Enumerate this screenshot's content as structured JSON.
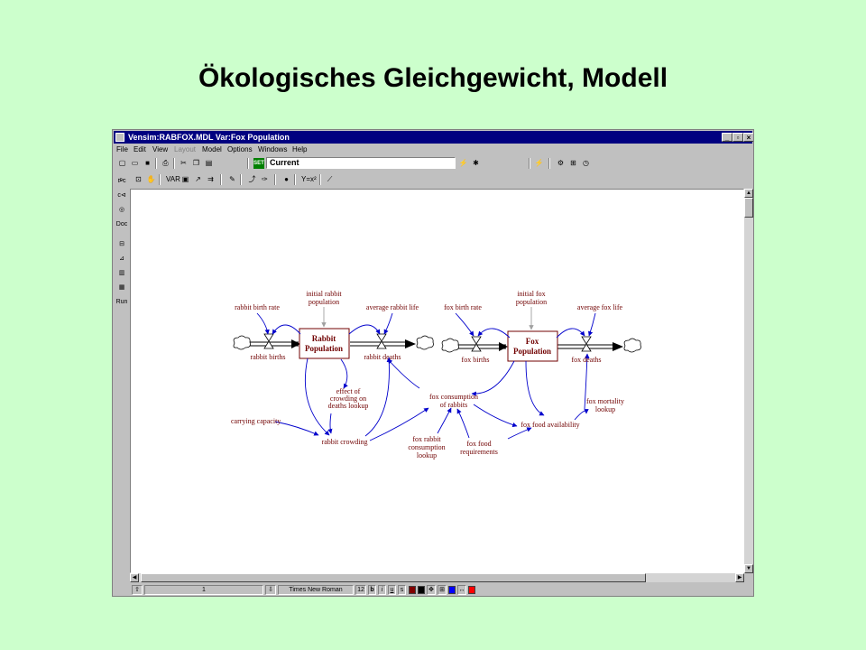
{
  "slide": {
    "title": "Ökologisches Gleichgewicht, Modell"
  },
  "window": {
    "title": "Vensim:RABFOX.MDL Var:Fox Population",
    "minimize": "_",
    "maximize": "▫",
    "close": "×"
  },
  "menu": [
    {
      "label": "File"
    },
    {
      "label": "Edit"
    },
    {
      "label": "View"
    },
    {
      "label": "Layout",
      "disabled": true
    },
    {
      "label": "Model"
    },
    {
      "label": "Options"
    },
    {
      "label": "Windows"
    },
    {
      "label": "Help"
    }
  ],
  "toolbar": {
    "set_label": "SET",
    "run_name": "Current"
  },
  "lefttools": {
    "doc": "Doc",
    "run": "Run"
  },
  "statusbar": {
    "view_number": "1",
    "font": "Times New Roman",
    "font_size": "12",
    "bold": "b",
    "italic": "i",
    "underline": "u",
    "strike": "s",
    "colors": {
      "dark_red": "#800000",
      "black": "#000000",
      "blue": "#0000ff",
      "red": "#ff0000"
    }
  },
  "diagram": {
    "stocks": [
      {
        "id": "rabbit-population",
        "line1": "Rabbit",
        "line2": "Population"
      },
      {
        "id": "fox-population",
        "line1": "Fox",
        "line2": "Population"
      }
    ],
    "labels": {
      "rabbit_birth_rate": "rabbit birth rate",
      "initial_rabbit_1": "initial rabbit",
      "initial_rabbit_2": "population",
      "average_rabbit_life": "average rabbit life",
      "rabbit_births": "rabbit births",
      "rabbit_deaths": "rabbit deaths",
      "effect_1": "effect of",
      "effect_2": "crowding on",
      "effect_3": "deaths lookup",
      "carrying_capacity": "carrying capacity",
      "rabbit_crowding": "rabbit crowding",
      "fox_birth_rate": "fox birth rate",
      "initial_fox_1": "initial fox",
      "initial_fox_2": "population",
      "average_fox_life": "average fox life",
      "fox_births": "fox births",
      "fox_deaths": "fox deaths",
      "fox_consumption_1": "fox consumption",
      "fox_consumption_2": "of rabbits",
      "fox_mortality_1": "fox mortality",
      "fox_mortality_2": "lookup",
      "fox_food_availability": "fox food availability",
      "fox_rabbit_1": "fox rabbit",
      "fox_rabbit_2": "consumption",
      "fox_rabbit_3": "lookup",
      "fox_food_1": "fox food",
      "fox_food_2": "requirements"
    },
    "colors": {
      "arrow": "#0000cc",
      "text": "#700000",
      "init_arrow": "#a0a0a0"
    }
  }
}
